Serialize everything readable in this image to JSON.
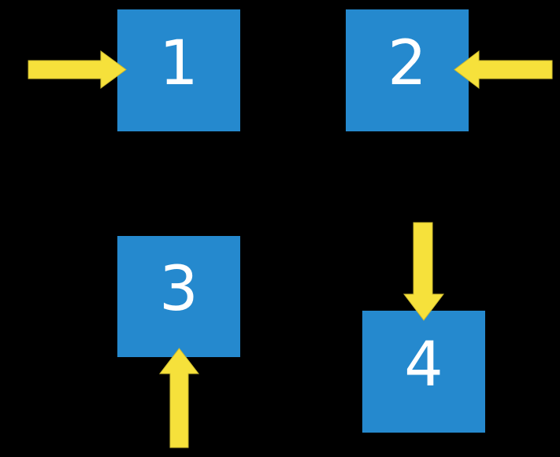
{
  "colors": {
    "background": "#000000",
    "square": "#2589CE",
    "arrow": "#F6E13B",
    "arrow_edge": "#CDBA2E",
    "number": "#FFFFFF"
  },
  "squares": [
    {
      "label": "1",
      "arrow_direction": "right",
      "arrow_side": "left"
    },
    {
      "label": "2",
      "arrow_direction": "left",
      "arrow_side": "right"
    },
    {
      "label": "3",
      "arrow_direction": "up",
      "arrow_side": "bottom"
    },
    {
      "label": "4",
      "arrow_direction": "down",
      "arrow_side": "top"
    }
  ]
}
